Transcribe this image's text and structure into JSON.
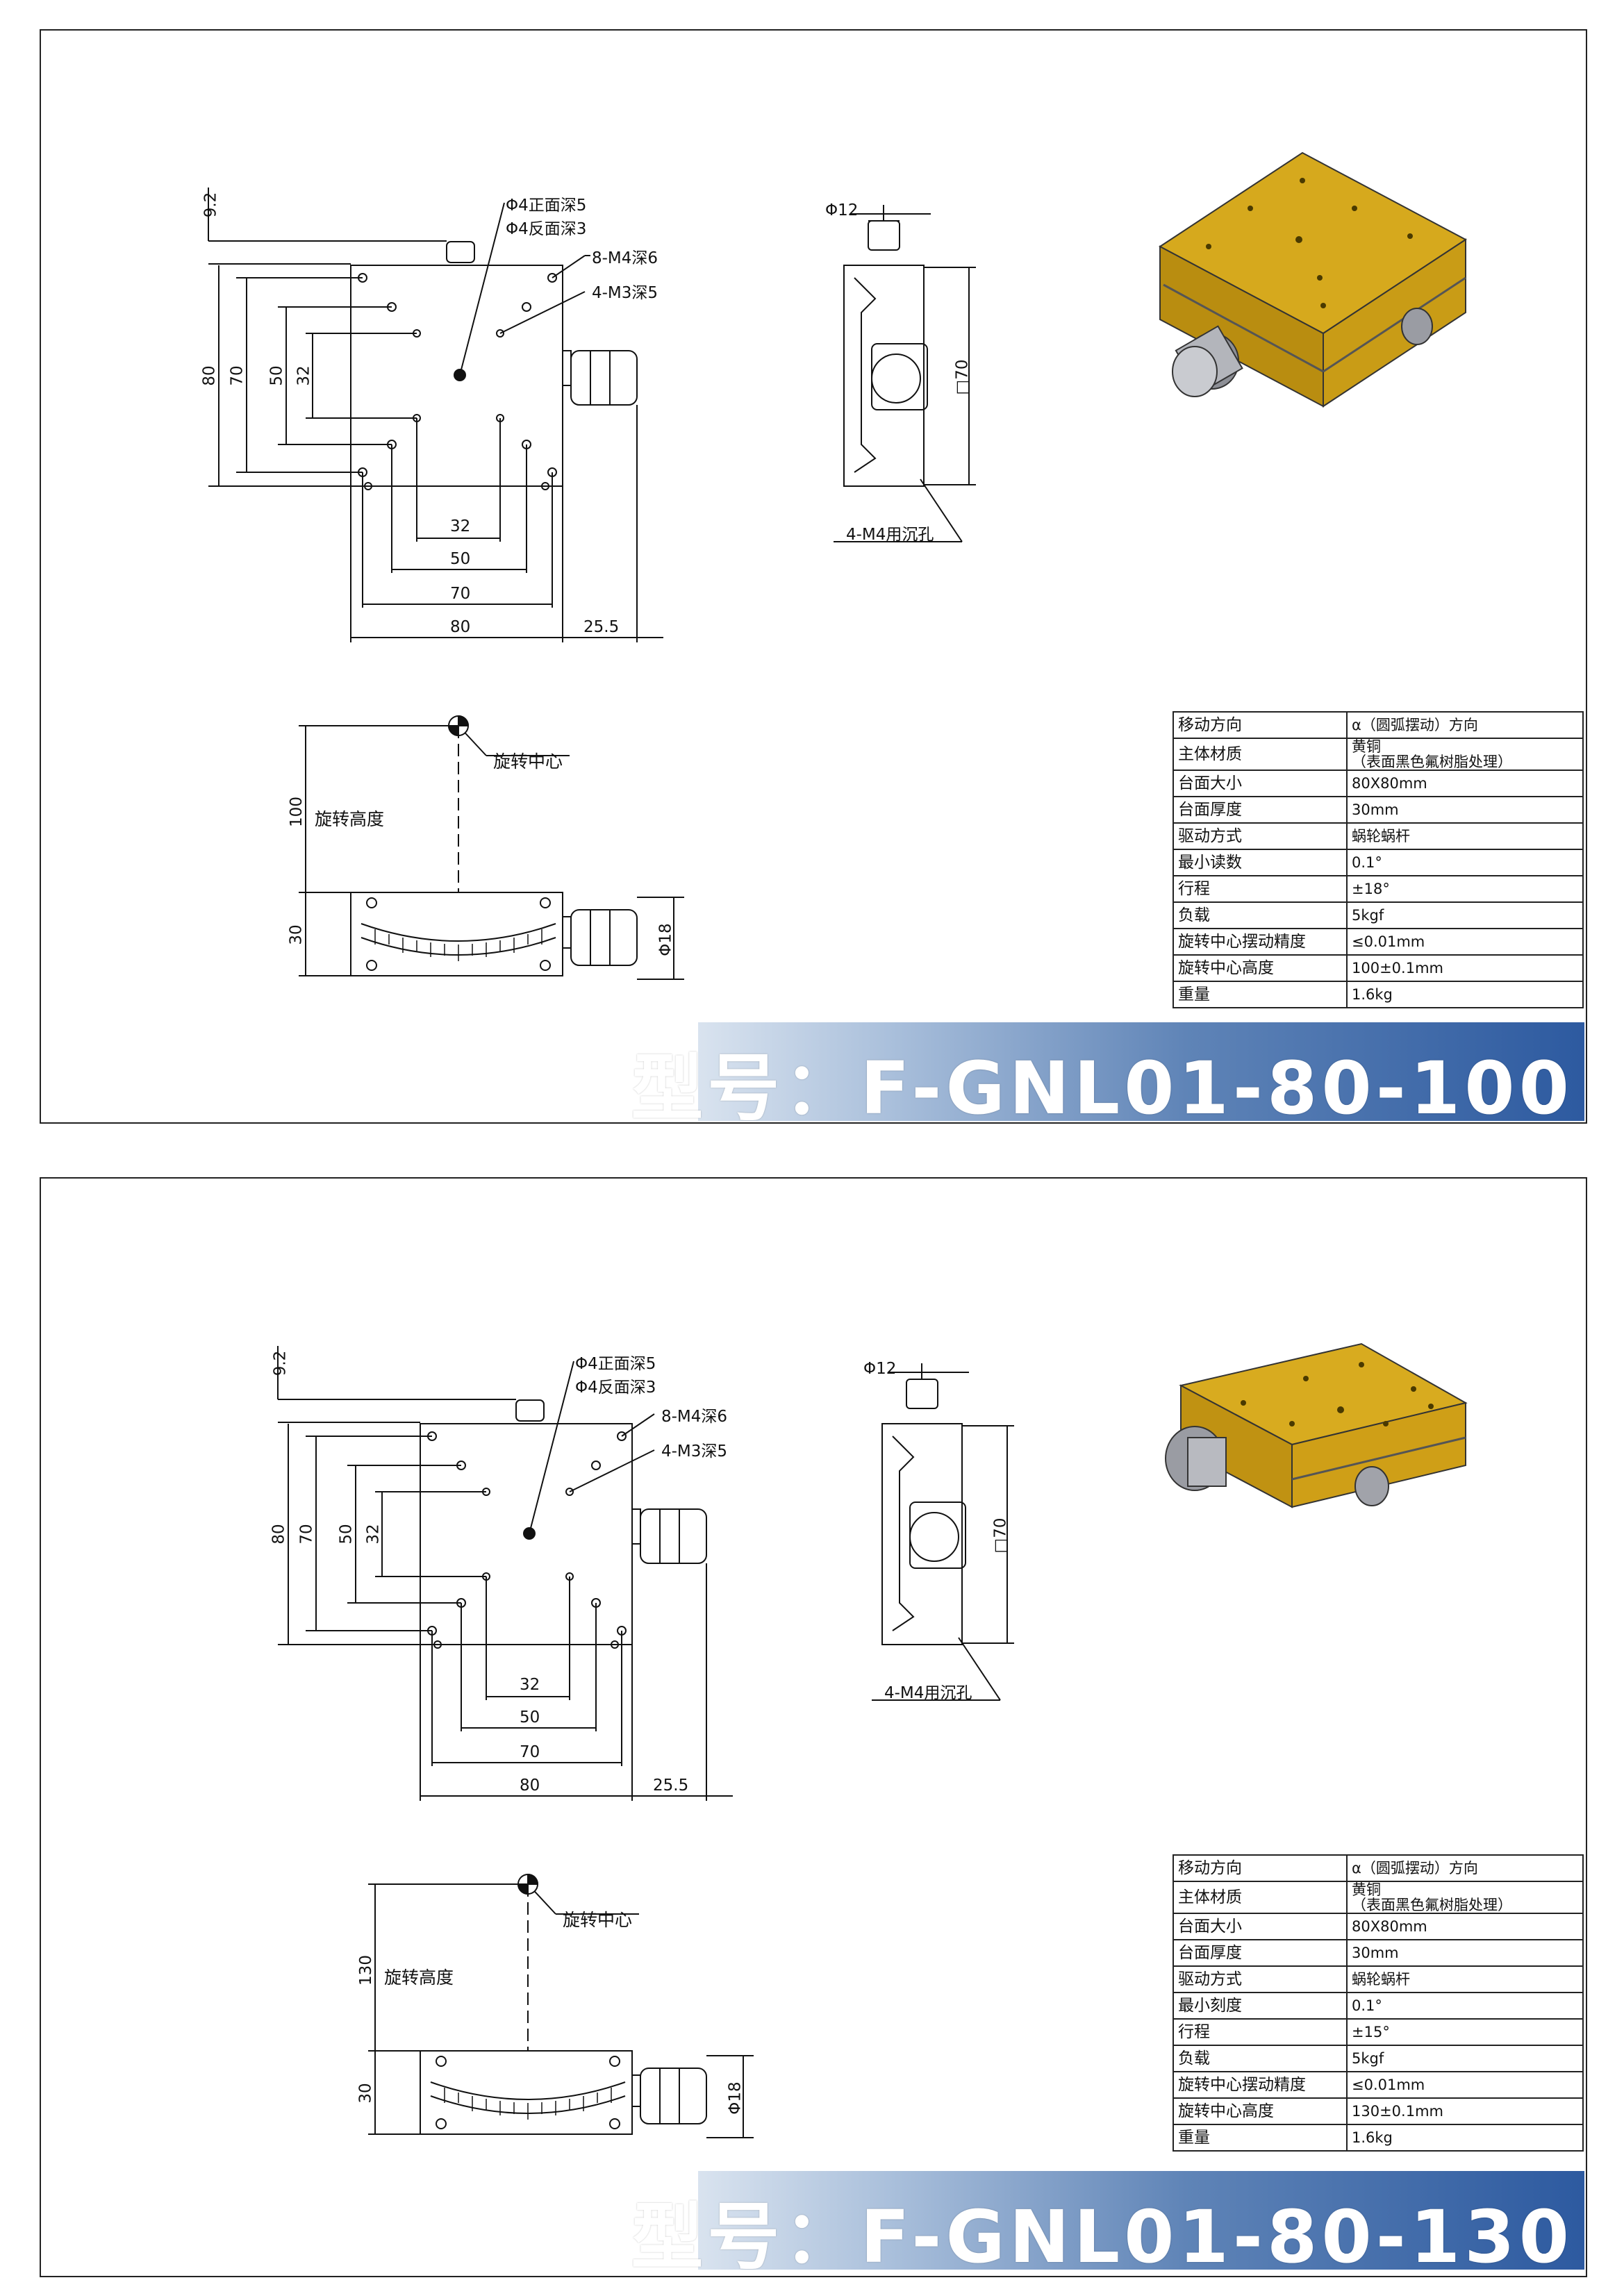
{
  "panels": [
    {
      "model_label": "型号：",
      "model_code": "F-GNL01-80-100",
      "annotations": {
        "hole_front": "Φ4正面深5",
        "hole_back": "Φ4反面深3",
        "m4_holes": "8-M4深6",
        "m3_holes": "4-M3深5",
        "knob_dia_top": "Φ12",
        "side_size": "□70",
        "counterbore": "4-M4用沉孔",
        "rotation_center": "旋转中心",
        "rotation_height": "旋转高度",
        "knob_dia_front": "Φ18"
      },
      "dims": {
        "top_offset": "9.2",
        "h80": "80",
        "h70": "70",
        "h50": "50",
        "h32": "32",
        "w32": "32",
        "w50": "50",
        "w70": "70",
        "w80": "80",
        "w25_5": "25.5",
        "rot_height": "100",
        "thickness": "30"
      },
      "specs": [
        {
          "key": "移动方向",
          "value": "α（圆弧摆动）方向"
        },
        {
          "key": "主体材质",
          "value": "黄铜",
          "value2": "（表面黑色氟树脂处理）"
        },
        {
          "key": "台面大小",
          "value": "80X80mm"
        },
        {
          "key": "台面厚度",
          "value": "30mm"
        },
        {
          "key": "驱动方式",
          "value": "蜗轮蜗杆"
        },
        {
          "key": "最小读数",
          "value": "0.1°"
        },
        {
          "key": "行程",
          "value": "±18°"
        },
        {
          "key": "负载",
          "value": "5kgf"
        },
        {
          "key": "旋转中心摆动精度",
          "value": "≤0.01mm"
        },
        {
          "key": "旋转中心高度",
          "value": "100±0.1mm"
        },
        {
          "key": "重量",
          "value": "1.6kg"
        }
      ]
    },
    {
      "model_label": "型号：",
      "model_code": "F-GNL01-80-130",
      "annotations": {
        "hole_front": "Φ4正面深5",
        "hole_back": "Φ4反面深3",
        "m4_holes": "8-M4深6",
        "m3_holes": "4-M3深5",
        "knob_dia_top": "Φ12",
        "side_size": "□70",
        "counterbore": "4-M4用沉孔",
        "rotation_center": "旋转中心",
        "rotation_height": "旋转高度",
        "knob_dia_front": "Φ18"
      },
      "dims": {
        "top_offset": "9.2",
        "h80": "80",
        "h70": "70",
        "h50": "50",
        "h32": "32",
        "w32": "32",
        "w50": "50",
        "w70": "70",
        "w80": "80",
        "w25_5": "25.5",
        "rot_height": "130",
        "thickness": "30"
      },
      "specs": [
        {
          "key": "移动方向",
          "value": "α（圆弧摆动）方向"
        },
        {
          "key": "主体材质",
          "value": "黄铜",
          "value2": "（表面黑色氟树脂处理）"
        },
        {
          "key": "台面大小",
          "value": "80X80mm"
        },
        {
          "key": "台面厚度",
          "value": "30mm"
        },
        {
          "key": "驱动方式",
          "value": "蜗轮蜗杆"
        },
        {
          "key": "最小刻度",
          "value": "0.1°"
        },
        {
          "key": "行程",
          "value": "±15°"
        },
        {
          "key": "负载",
          "value": "5kgf"
        },
        {
          "key": "旋转中心摆动精度",
          "value": "≤0.01mm"
        },
        {
          "key": "旋转中心高度",
          "value": "130±0.1mm"
        },
        {
          "key": "重量",
          "value": "1.6kg"
        }
      ]
    }
  ],
  "colors": {
    "banner_dark": "#2d5aa0",
    "banner_light": "#d9e3ef",
    "brass": "#d4a31c"
  }
}
